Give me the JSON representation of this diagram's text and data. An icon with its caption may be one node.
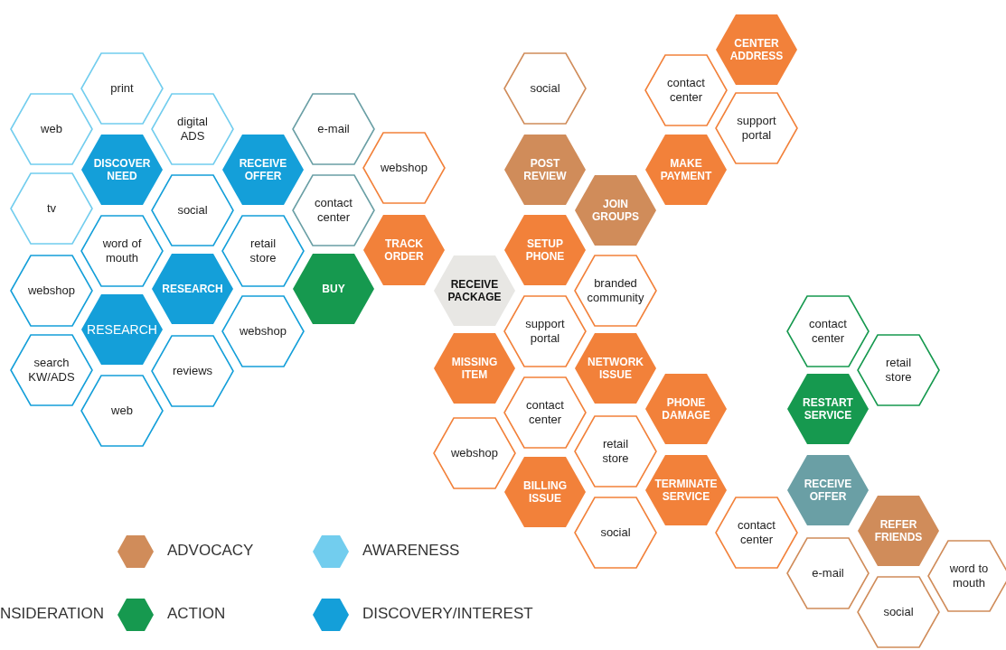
{
  "diagram": {
    "nodes": [
      {
        "text": [
          "print"
        ]
      },
      {
        "text": [
          "web"
        ]
      },
      {
        "text": [
          "DISCOVER NEED"
        ]
      },
      {
        "text": [
          "digital ADS"
        ]
      },
      {
        "text": [
          "tv"
        ]
      },
      {
        "text": [
          "word of mouth"
        ]
      },
      {
        "text": [
          "social"
        ]
      },
      {
        "text": [
          "webshop"
        ]
      },
      {
        "text": [
          "RESEARCH"
        ]
      },
      {
        "text": [
          "RESEARCH"
        ]
      },
      {
        "text": [
          "search KW/ADS"
        ]
      },
      {
        "text": [
          "reviews"
        ]
      },
      {
        "text": [
          "web"
        ]
      },
      {
        "text": [
          "RECEIVE OFFER"
        ]
      },
      {
        "text": [
          "retail store"
        ]
      },
      {
        "text": [
          "webshop"
        ]
      },
      {
        "text": [
          "e-mail"
        ]
      },
      {
        "text": [
          "contact center"
        ]
      },
      {
        "text": [
          "BUY"
        ]
      },
      {
        "text": [
          "webshop"
        ]
      },
      {
        "text": [
          "TRACK ORDER"
        ]
      },
      {
        "text": [
          "RECEIVE PACKAGE"
        ]
      },
      {
        "text": [
          "MISSING ITEM"
        ]
      },
      {
        "text": [
          "webshop"
        ]
      },
      {
        "text": [
          "social"
        ]
      },
      {
        "text": [
          "POST REVIEW"
        ]
      },
      {
        "text": [
          "SETUP PHONE"
        ]
      },
      {
        "text": [
          "support portal"
        ]
      },
      {
        "text": [
          "contact center"
        ]
      },
      {
        "text": [
          "BILLING ISSUE"
        ]
      },
      {
        "text": [
          "JOIN GROUPS"
        ]
      },
      {
        "text": [
          "branded community"
        ]
      },
      {
        "text": [
          "NETWORK ISSUE"
        ]
      },
      {
        "text": [
          "retail store"
        ]
      },
      {
        "text": [
          "social"
        ]
      },
      {
        "text": [
          "contact center"
        ]
      },
      {
        "text": [
          "MAKE PAYMENT"
        ]
      },
      {
        "text": [
          "PHONE DAMAGE"
        ]
      },
      {
        "text": [
          "TERMINATE SERVICE"
        ]
      },
      {
        "text": [
          "CENTER ADDRESS"
        ]
      },
      {
        "text": [
          "support portal"
        ]
      },
      {
        "text": [
          "contact center"
        ]
      },
      {
        "text": [
          "contact center"
        ]
      },
      {
        "text": [
          "RESTART SERVICE"
        ]
      },
      {
        "text": [
          "RECEIVE OFFER"
        ]
      },
      {
        "text": [
          "e-mail"
        ]
      },
      {
        "text": [
          "retail store"
        ]
      },
      {
        "text": [
          "REFER FRIENDS"
        ]
      },
      {
        "text": [
          "social"
        ]
      },
      {
        "text": [
          "word to mouth"
        ]
      }
    ],
    "labels": [
      "NSIDERATION"
    ],
    "legend": [
      {
        "text": "ADVOCACY",
        "color": "#d08c5a"
      },
      {
        "text": "AWARENESS",
        "color": "#72cdee"
      },
      {
        "text": "ACTION",
        "color": "#16994f"
      },
      {
        "text": "DISCOVERY/INTEREST",
        "color": "#149fd9"
      }
    ]
  }
}
